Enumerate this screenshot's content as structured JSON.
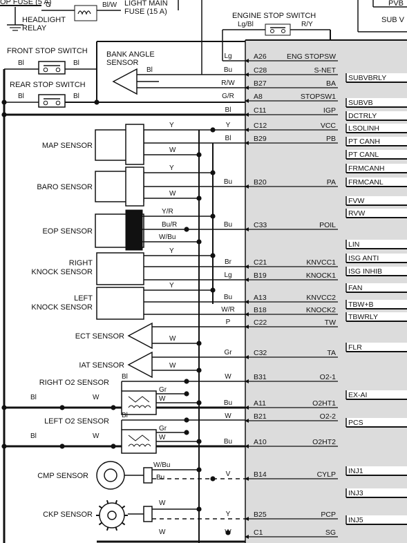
{
  "top_labels": {
    "stop_fuse": "OP FUSE (5 A)",
    "g": "G",
    "biw": "Bl/W",
    "light_main_fuse_1": "LIGHT MAIN",
    "light_main_fuse_2": "FUSE (15 A)",
    "headlight_relay_1": "HEADLIGHT",
    "headlight_relay_2": "RELAY",
    "pvb": "PVB",
    "sub_v": "SUB V",
    "engine_stop_switch": "ENGINE STOP SWITCH",
    "lgbl": "Lg/Bl",
    "ry": "R/Y"
  },
  "left_labels": {
    "front_stop_switch": "FRONT STOP SWITCH",
    "rear_stop_switch": "REAR STOP SWITCH",
    "bank_angle_1": "BANK ANGLE",
    "bank_angle_2": "SENSOR",
    "bl": "Bl"
  },
  "sensors": [
    {
      "label1": "MAP SENSOR",
      "label2": ""
    },
    {
      "label1": "BARO SENSOR",
      "label2": ""
    },
    {
      "label1": "EOP SENSOR",
      "label2": ""
    },
    {
      "label1": "RIGHT",
      "label2": "KNOCK SENSOR"
    },
    {
      "label1": "LEFT",
      "label2": "KNOCK SENSOR"
    },
    {
      "label1": "ECT SENSOR",
      "label2": ""
    },
    {
      "label1": "IAT SENSOR",
      "label2": ""
    },
    {
      "label1": "RIGHT O2 SENSOR",
      "label2": ""
    },
    {
      "label1": "LEFT O2 SENSOR",
      "label2": ""
    },
    {
      "label1": "CMP SENSOR",
      "label2": ""
    },
    {
      "label1": "CKP SENSOR",
      "label2": ""
    }
  ],
  "pins": [
    {
      "id": "A26",
      "name": "ENG STOPSW",
      "wire": "Lg"
    },
    {
      "id": "C28",
      "name": "S-NET",
      "wire": "Bu"
    },
    {
      "id": "B27",
      "name": "BA",
      "wire": "R/W"
    },
    {
      "id": "A8",
      "name": "STOPSW1",
      "wire": "G/R"
    },
    {
      "id": "C11",
      "name": "IGP",
      "wire": "Bl"
    },
    {
      "id": "C12",
      "name": "VCC",
      "wire": "Y"
    },
    {
      "id": "B29",
      "name": "PB",
      "wire": "Bl"
    },
    {
      "id": "B20",
      "name": "PA",
      "wire": "Bu"
    },
    {
      "id": "C33",
      "name": "POIL",
      "wire": "Bu"
    },
    {
      "id": "C21",
      "name": "KNVCC1",
      "wire": "Br"
    },
    {
      "id": "B19",
      "name": "KNOCK1",
      "wire": "Lg"
    },
    {
      "id": "A13",
      "name": "KNVCC2",
      "wire": "Bu"
    },
    {
      "id": "B18",
      "name": "KNOCK2",
      "wire": "W/R"
    },
    {
      "id": "C22",
      "name": "TW",
      "wire": "P"
    },
    {
      "id": "C32",
      "name": "TA",
      "wire": "Gr"
    },
    {
      "id": "B31",
      "name": "O2-1",
      "wire": "W"
    },
    {
      "id": "A11",
      "name": "O2HT1",
      "wire": "Bu"
    },
    {
      "id": "B21",
      "name": "O2-2",
      "wire": "W"
    },
    {
      "id": "A10",
      "name": "O2HT2",
      "wire": "Bu"
    },
    {
      "id": "B14",
      "name": "CYLP",
      "wire": "V"
    },
    {
      "id": "B25",
      "name": "PCP",
      "wire": "Y"
    },
    {
      "id": "C1",
      "name": "SG",
      "wire": "W"
    }
  ],
  "right_terms": [
    "SUBVBRLY",
    "SUBVB",
    "DCTRLY",
    "LSOLINH",
    "PT CANH",
    "PT CANL",
    "FRMCANH",
    "FRMCANL",
    "FVW",
    "RVW",
    "LIN",
    "ISG ANTI",
    "ISG INHIB",
    "FAN",
    "TBW+B",
    "TBWRLY",
    "FLR",
    "EX-AI",
    "PCS",
    "INJ1",
    "INJ3",
    "INJ5"
  ],
  "sensor_wires": {
    "map": [
      "Y",
      "W"
    ],
    "baro": [
      "Y",
      "W"
    ],
    "eop": [
      "Y/R",
      "Bu/R",
      "W/Bu"
    ],
    "rknock": [
      "Y"
    ],
    "lknock": [
      "Y"
    ],
    "ect": [
      "W"
    ],
    "iat": [
      "W"
    ],
    "ro2": [
      "Bl",
      "Gr",
      "W",
      "Bl",
      "W"
    ],
    "lo2": [
      "Bl",
      "Gr",
      "W",
      "Bl",
      "W"
    ],
    "cmp": [
      "W/Bu",
      "Bu"
    ],
    "ckp": [
      "W",
      "W"
    ]
  }
}
